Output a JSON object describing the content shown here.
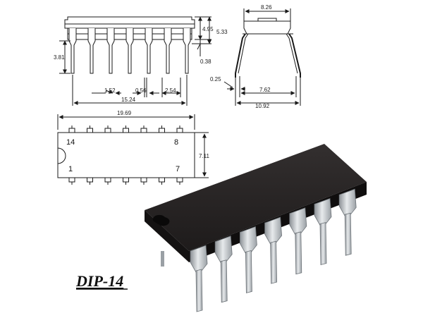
{
  "title": "DIP-14",
  "front_view": {
    "height_inner": "4.95",
    "height_total": "5.33",
    "lead_length": "3.81",
    "standoff": "0.38",
    "lead_width": "1.52",
    "lead_thin": "0.56",
    "pitch": "2.54",
    "span_total": "15.24"
  },
  "side_view": {
    "body_width": "8.26",
    "lead_thickness": "0.25",
    "row_spacing": "7.62",
    "lead_span": "10.92"
  },
  "top_view": {
    "length": "19.69",
    "width": "7.11",
    "pin_top_left": "14",
    "pin_top_right": "8",
    "pin_bottom_left": "1",
    "pin_bottom_right": "7"
  },
  "colors": {
    "line": "#1a1a1a",
    "chip_body": "#1c1a1a",
    "chip_top": "#2a2626",
    "lead_metal": "#c8ccd0"
  }
}
